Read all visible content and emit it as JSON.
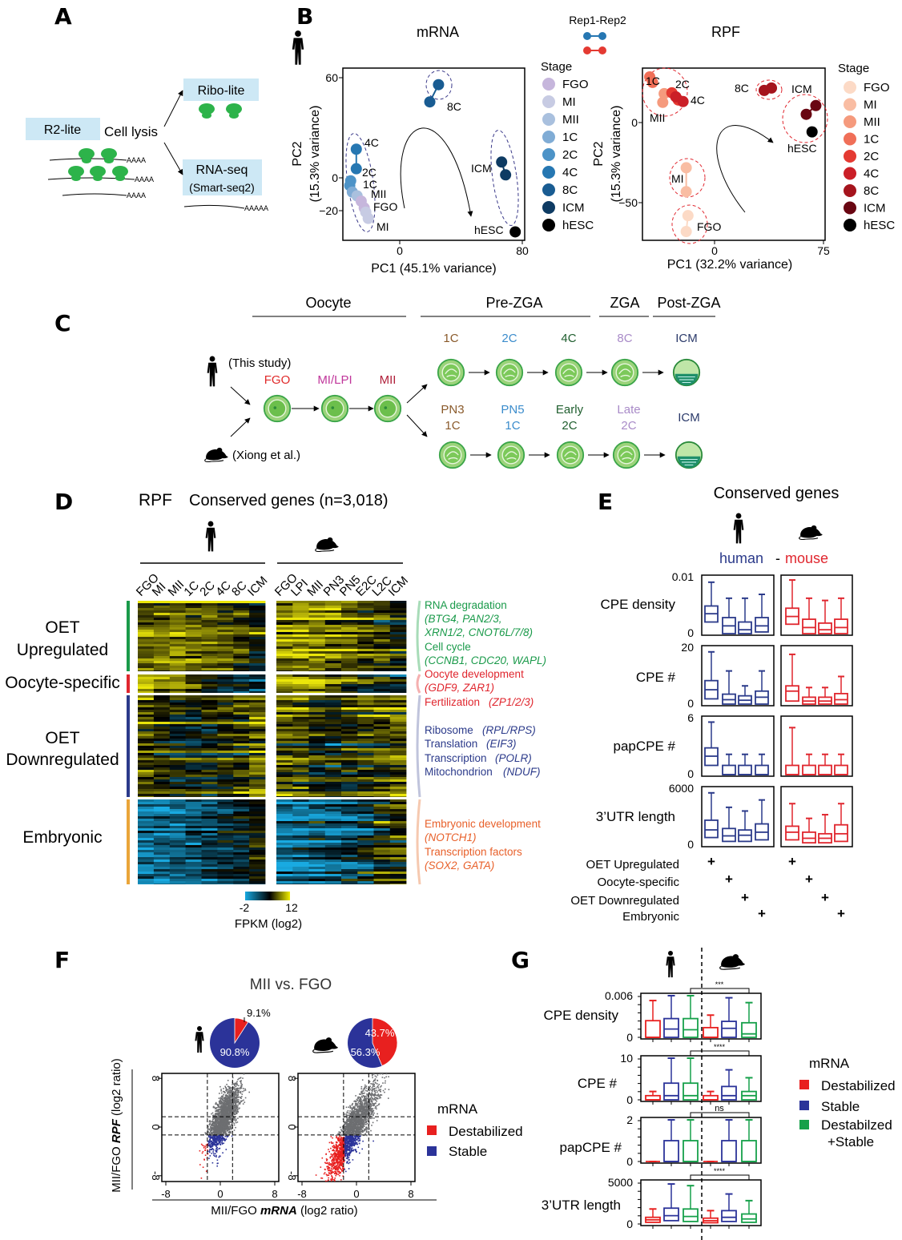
{
  "panels": {
    "a": "A",
    "b": "B",
    "c": "C",
    "d": "D",
    "e": "E",
    "f": "F",
    "g": "G"
  },
  "a": {
    "r2lite": "R2-lite",
    "cell_lysis": "Cell lysis",
    "ribolite": "Ribo-lite",
    "rnaseq": "RNA-seq",
    "smartseq": "(Smart-seq2)",
    "polyA": "AAAA",
    "polyA5": "AAAAA",
    "ribosome_color": "#2db34a",
    "box_color": "#cde8f5"
  },
  "b": {
    "rep": "Rep1-Rep2",
    "stage_title": "Stage",
    "stages": [
      "FGO",
      "MI",
      "MII",
      "1C",
      "2C",
      "4C",
      "8C",
      "ICM",
      "hESC"
    ],
    "mrna_colors": [
      "#c6b6dc",
      "#c7cbe3",
      "#a9c0de",
      "#80acd5",
      "#4d93c7",
      "#2677b2",
      "#195c92",
      "#0e3b63",
      "#000000"
    ],
    "rpf_colors": [
      "#fcdac6",
      "#f9bda3",
      "#f59a7d",
      "#f06f58",
      "#e43a32",
      "#cb1f27",
      "#a5141d",
      "#690612",
      "#000000"
    ]
  },
  "chart_data": [
    {
      "type": "scatter",
      "title": "mRNA",
      "xlabel": "PC1 (45.1% variance)",
      "ylabel": "PC2",
      "ylabel2": "(15.3% variance)",
      "xticks": [
        "0",
        "80"
      ],
      "yticks": [
        "60",
        "0",
        "−20"
      ],
      "xlim": [
        -37,
        82
      ],
      "ylim": [
        -38,
        72
      ],
      "labels": [
        "4C",
        "2C",
        "1C",
        "MII",
        "FGO",
        "MI",
        "8C",
        "ICM",
        "hESC"
      ],
      "points": [
        {
          "stage": "8C",
          "x": 25.6,
          "y": 61.4
        },
        {
          "stage": "8C",
          "x": 19.9,
          "y": 50.4
        },
        {
          "stage": "4C",
          "x": -28.2,
          "y": 20.2
        },
        {
          "stage": "4C",
          "x": -28.2,
          "y": 7.7
        },
        {
          "stage": "2C",
          "x": -31.9,
          "y": 0
        },
        {
          "stage": "2C",
          "x": -32.5,
          "y": -3
        },
        {
          "stage": "1C",
          "x": -30.8,
          "y": -7.2
        },
        {
          "stage": "MII",
          "x": -27.7,
          "y": -9.6
        },
        {
          "stage": "FGO",
          "x": -23,
          "y": -17.3
        },
        {
          "stage": "FGO",
          "x": -25,
          "y": -13
        },
        {
          "stage": "MI",
          "x": -20.4,
          "y": -24
        },
        {
          "stage": "MI",
          "x": -22,
          "y": -20
        },
        {
          "stage": "ICM",
          "x": 66.9,
          "y": 12
        },
        {
          "stage": "ICM",
          "x": 69.5,
          "y": 3.8
        },
        {
          "stage": "hESC",
          "x": 75.8,
          "y": -32.6
        }
      ]
    },
    {
      "type": "scatter",
      "title": "RPF",
      "xlabel": "PC1 (32.2% variance)",
      "ylabel": "PC2",
      "ylabel2": "(15.3% variance)",
      "xticks": [
        "0",
        "75"
      ],
      "yticks": [
        "0",
        "−50"
      ],
      "xlim": [
        -49,
        77
      ],
      "ylim": [
        -74,
        34
      ],
      "labels": [
        "1C",
        "2C",
        "4C",
        "MII",
        "8C",
        "ICM",
        "hESC",
        "MI",
        "FGO"
      ],
      "points": [
        {
          "stage": "1C",
          "x": -44,
          "y": 28.5
        },
        {
          "stage": "1C",
          "x": -42,
          "y": 25
        },
        {
          "stage": "MII",
          "x": -35,
          "y": 12.5
        },
        {
          "stage": "MII",
          "x": -34,
          "y": 18
        },
        {
          "stage": "2C",
          "x": -28.7,
          "y": 18.5
        },
        {
          "stage": "2C",
          "x": -24.3,
          "y": 14
        },
        {
          "stage": "4C",
          "x": -26,
          "y": 16
        },
        {
          "stage": "4C",
          "x": -21,
          "y": 13
        },
        {
          "stage": "8C",
          "x": 35,
          "y": 20
        },
        {
          "stage": "8C",
          "x": 40,
          "y": 21.5
        },
        {
          "stage": "ICM",
          "x": 70.6,
          "y": 10.5
        },
        {
          "stage": "ICM",
          "x": 64,
          "y": 5
        },
        {
          "stage": "hESC",
          "x": 68,
          "y": -6
        },
        {
          "stage": "MI",
          "x": -18.8,
          "y": -28.5
        },
        {
          "stage": "MI",
          "x": -18.8,
          "y": -43.5
        },
        {
          "stage": "FGO",
          "x": -17.6,
          "y": -58.5
        },
        {
          "stage": "FGO",
          "x": -18.8,
          "y": -68.5
        }
      ]
    },
    {
      "type": "heatmap",
      "title_prefix": "RPF",
      "title": "Conserved genes (n=3,018)",
      "human_columns": [
        "FGO",
        "MI",
        "MII",
        "1C",
        "2C",
        "4C",
        "8C",
        "ICM"
      ],
      "mouse_columns": [
        "FGO",
        "LPI",
        "MII",
        "PN3",
        "PN5",
        "E2C",
        "L2C",
        "ICM"
      ],
      "groups": [
        {
          "label1": "OET",
          "label2": "Upregulated",
          "color": "#1a9a4a"
        },
        {
          "label1": "Oocyte-specific",
          "label2": "",
          "color": "#e0262e"
        },
        {
          "label1": "OET",
          "label2": "Downregulated",
          "color": "#2b3a8a"
        },
        {
          "label1": "Embryonic",
          "label2": "",
          "color": "#eaa53a"
        }
      ],
      "colorbar": {
        "min": "-2",
        "max": "12",
        "label": "FPKM (log2)"
      }
    },
    {
      "type": "box",
      "title": "Conserved genes",
      "human": "human",
      "dash": "-",
      "mouse": "mouse",
      "rows": [
        {
          "label": "CPE density",
          "ymax": "0.01",
          "ymin": "0",
          "max": 0.01,
          "human": [
            [
              0,
              0.0021,
              0.0036,
              0.005,
              0.0093
            ],
            [
              0,
              0,
              0.0014,
              0.0029,
              0.0064
            ],
            [
              0,
              0,
              0.0007,
              0.0021,
              0.0064
            ],
            [
              0,
              0.0003,
              0.0014,
              0.0029,
              0.0071
            ]
          ],
          "mouse": [
            [
              0,
              0.0017,
              0.0031,
              0.0046,
              0.0097
            ],
            [
              0,
              0,
              0.0011,
              0.0026,
              0.0064
            ],
            [
              0,
              0,
              0.0007,
              0.0019,
              0.006
            ],
            [
              0,
              0,
              0.0011,
              0.0026,
              0.0064
            ]
          ]
        },
        {
          "label": "CPE #",
          "ymax": "20",
          "ymin": "0",
          "max": 20,
          "human": [
            [
              0,
              1.9,
              5.2,
              8.5,
              18.9
            ],
            [
              0,
              0,
              1.6,
              3.6,
              12
            ],
            [
              0,
              0,
              1.4,
              3,
              6.6
            ],
            [
              0,
              0,
              2.5,
              4.7,
              12
            ]
          ],
          "mouse": [
            [
              0,
              1.1,
              4.7,
              6.6,
              18
            ],
            [
              0,
              0,
              1.1,
              2.5,
              6
            ],
            [
              0,
              0,
              1.1,
              2.5,
              6
            ],
            [
              0,
              0,
              1.6,
              3.8,
              10
            ]
          ]
        },
        {
          "label": "papCPE #",
          "ymax": "6",
          "ymin": "0",
          "max": 6,
          "human": [
            [
              0,
              1,
              2,
              2.9,
              5.7
            ],
            [
              0,
              0,
              0,
              1,
              2.2
            ],
            [
              0,
              0,
              0,
              1,
              2.2
            ],
            [
              0,
              0,
              0,
              1,
              2.2
            ]
          ],
          "mouse": [
            [
              0,
              0,
              0,
              1,
              5.1
            ],
            [
              0,
              0,
              0,
              1,
              2.2
            ],
            [
              0,
              0,
              0,
              1,
              2.2
            ],
            [
              0,
              0,
              0,
              1,
              2.2
            ]
          ]
        },
        {
          "label": "3’UTR length",
          "ymax": "6000",
          "ymin": "0",
          "max": 6000,
          "human": [
            [
              0,
              820,
              1650,
              2700,
              5670
            ],
            [
              0,
              400,
              1000,
              1800,
              4100
            ],
            [
              0,
              400,
              1070,
              1640,
              3700
            ],
            [
              0,
              570,
              1400,
              2300,
              4900
            ]
          ],
          "mouse": [
            [
              0,
              570,
              1400,
              2050,
              4500
            ],
            [
              0,
              250,
              740,
              1400,
              2900
            ],
            [
              0,
              250,
              740,
              1230,
              3300
            ],
            [
              0,
              400,
              1230,
              2200,
              4500
            ]
          ]
        }
      ],
      "categories": [
        "OET Upregulated",
        "Oocyte-specific",
        "OET Downregulated",
        "Embryonic"
      ],
      "plus": "+",
      "human_color": "#2b3a8a",
      "mouse_color": "#e0262e"
    },
    {
      "type": "scatter",
      "title": "MII vs. FGO",
      "xlabel_pre": "MII/FGO ",
      "xlabel_em": "mRNA",
      "xlabel_post": " (log2 ratio)",
      "ylabel_pre": "MII/FGO ",
      "ylabel_em": "RPF",
      "ylabel_post": " (log2 ratio)",
      "xticks": [
        "-8",
        "0",
        "8"
      ],
      "yticks": [
        "8",
        "0",
        "-8"
      ],
      "xlim": [
        -8.5,
        8.5
      ],
      "ylim": [
        -8.2,
        8.2
      ],
      "pies": {
        "human": {
          "destabilized": 9.1,
          "stable": 90.8,
          "d_label": "9.1%",
          "s_label": "90.8%"
        },
        "mouse": {
          "destabilized": 43.7,
          "stable": 56.3,
          "d_label": "43.7%",
          "s_label": "56.3%"
        }
      },
      "legend_title": "mRNA",
      "legend": [
        "Destabilized",
        "Stable"
      ],
      "colors": {
        "destabilized": "#e8201f",
        "stable": "#2b3399",
        "other": "#6d6e71"
      }
    },
    {
      "type": "box",
      "rows": [
        {
          "label": "CPE density",
          "ymax": "0.006",
          "ymin": "0",
          "max": 0.006,
          "sig": "***",
          "boxes": [
            [
              0,
              0,
              0,
              0.0024,
              0.0053
            ],
            [
              0,
              0,
              0.0012,
              0.0027,
              0.006
            ],
            [
              0,
              0,
              0.0011,
              0.0027,
              0.006
            ],
            [
              0,
              0,
              0,
              0.0014,
              0.0032
            ],
            [
              0,
              0,
              0.0013,
              0.0023,
              0.0057
            ],
            [
              0,
              0,
              0.0005,
              0.0021,
              0.005
            ]
          ]
        },
        {
          "label": "CPE #",
          "ymax": "10",
          "ymin": "0",
          "max": 10,
          "sig": "****",
          "boxes": [
            [
              0,
              0,
              0,
              1,
              2
            ],
            [
              0,
              0,
              1,
              4,
              10
            ],
            [
              0,
              0,
              1,
              4,
              10
            ],
            [
              0,
              0,
              0,
              1,
              2
            ],
            [
              0,
              0,
              1,
              3.2,
              7.2
            ],
            [
              0,
              0,
              1,
              2,
              5.3
            ]
          ]
        },
        {
          "label": "papCPE #",
          "ymax": "2",
          "ymin": "0",
          "max": 2,
          "sig": "ns",
          "boxes": [
            [
              0,
              0,
              0,
              0,
              0
            ],
            [
              0,
              0,
              0,
              1,
              2
            ],
            [
              0,
              0,
              0,
              1,
              2
            ],
            [
              0,
              0,
              0,
              0,
              0
            ],
            [
              0,
              0,
              0,
              1,
              2
            ],
            [
              0,
              0,
              0,
              1,
              2
            ]
          ]
        },
        {
          "label": "3’UTR length",
          "ymax": "5000",
          "ymin": "0",
          "max": 5000,
          "sig": "****",
          "boxes": [
            [
              0,
              200,
              500,
              800,
              1800
            ],
            [
              0,
              400,
              1000,
              1900,
              4800
            ],
            [
              0,
              300,
              900,
              1800,
              4600
            ],
            [
              0,
              150,
              400,
              700,
              1600
            ],
            [
              0,
              300,
              800,
              1600,
              3600
            ],
            [
              0,
              200,
              600,
              1200,
              2800
            ]
          ]
        }
      ],
      "legend_title": "mRNA",
      "legend": [
        "Destabilized",
        "Stable",
        "Destabilzed",
        "+Stable"
      ],
      "colors": [
        "#e8201f",
        "#2b3399",
        "#16a04a"
      ]
    }
  ],
  "c": {
    "headers": [
      "Oocyte",
      "Pre-ZGA",
      "ZGA",
      "Post-ZGA"
    ],
    "this_study": "(This study)",
    "xiong": "(Xiong et al.)",
    "oocyte_stages": [
      "FGO",
      "MI/LPI",
      "MII"
    ],
    "human_embryo": [
      "1C",
      "2C",
      "4C",
      "8C",
      "ICM"
    ],
    "mouse_embryo_top": [
      "PN3",
      "PN5",
      "Early",
      "Late"
    ],
    "mouse_embryo_bottom": [
      "1C",
      "1C",
      "2C",
      "2C"
    ],
    "mouse_icm": "ICM"
  },
  "d": {
    "annotations": {
      "up": [
        "RNA degradation",
        "(BTG4, PAN2/3,",
        "XRN1/2, CNOT6L/7/8)",
        "Cell cycle",
        "(CCNB1, CDC20, WAPL)"
      ],
      "ocs": [
        "Oocyte development",
        "(GDF9, ZAR1)",
        "Fertilization",
        "(ZP1/2/3)"
      ],
      "down": [
        "Ribosome",
        "(RPL/RPS)",
        "Translation",
        "(EIF3)",
        "Transcription",
        "(POLR)",
        "Mitochondrion",
        "(NDUF)"
      ],
      "emb": [
        "Embryonic development",
        "(NOTCH1)",
        "Transcription factors",
        "(SOX2, GATA)"
      ]
    }
  }
}
